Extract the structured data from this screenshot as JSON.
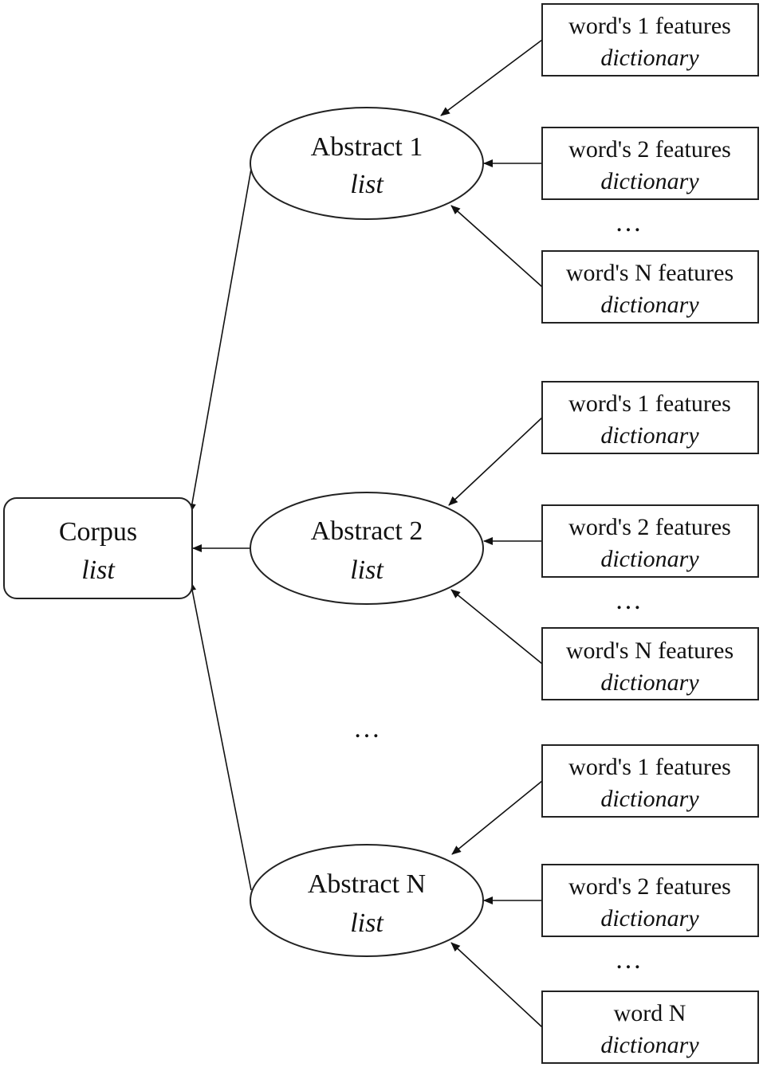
{
  "corpus": {
    "title": "Corpus",
    "type": "list"
  },
  "abstracts": [
    {
      "title": "Abstract 1",
      "type": "list",
      "words": [
        {
          "title": "word's 1 features",
          "type": "dictionary"
        },
        {
          "title": "word's 2 features",
          "type": "dictionary"
        },
        {
          "title": "word's N features",
          "type": "dictionary"
        }
      ],
      "ellipsis": "…"
    },
    {
      "title": "Abstract 2",
      "type": "list",
      "words": [
        {
          "title": "word's 1 features",
          "type": "dictionary"
        },
        {
          "title": "word's 2 features",
          "type": "dictionary"
        },
        {
          "title": "word's N features",
          "type": "dictionary"
        }
      ],
      "ellipsis": "…"
    },
    {
      "title": "Abstract N",
      "type": "list",
      "words": [
        {
          "title": "word's 1 features",
          "type": "dictionary"
        },
        {
          "title": "word's 2 features",
          "type": "dictionary"
        },
        {
          "title": "word N",
          "type": "dictionary"
        }
      ],
      "ellipsis": "…"
    }
  ],
  "middle_ellipsis": "…"
}
